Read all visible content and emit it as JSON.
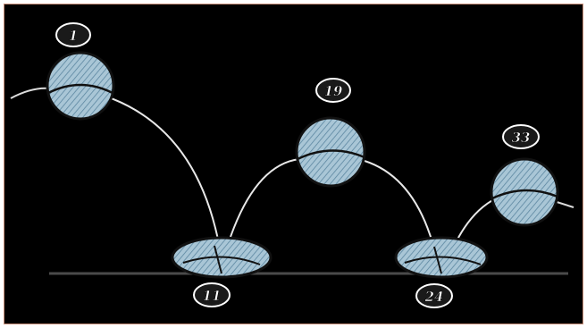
{
  "diagram": {
    "frames": [
      {
        "id": "frame-1",
        "label": "1"
      },
      {
        "id": "frame-11",
        "label": "11"
      },
      {
        "id": "frame-19",
        "label": "19"
      },
      {
        "id": "frame-24",
        "label": "24"
      },
      {
        "id": "frame-33",
        "label": "33"
      }
    ],
    "colors": {
      "background": "#000000",
      "ball_fill": "#a9c6d6",
      "ball_hatch": "#5b86a0",
      "outline": "#111111",
      "ground": "#3a3a3a",
      "label_fill": "#ffffff"
    }
  }
}
